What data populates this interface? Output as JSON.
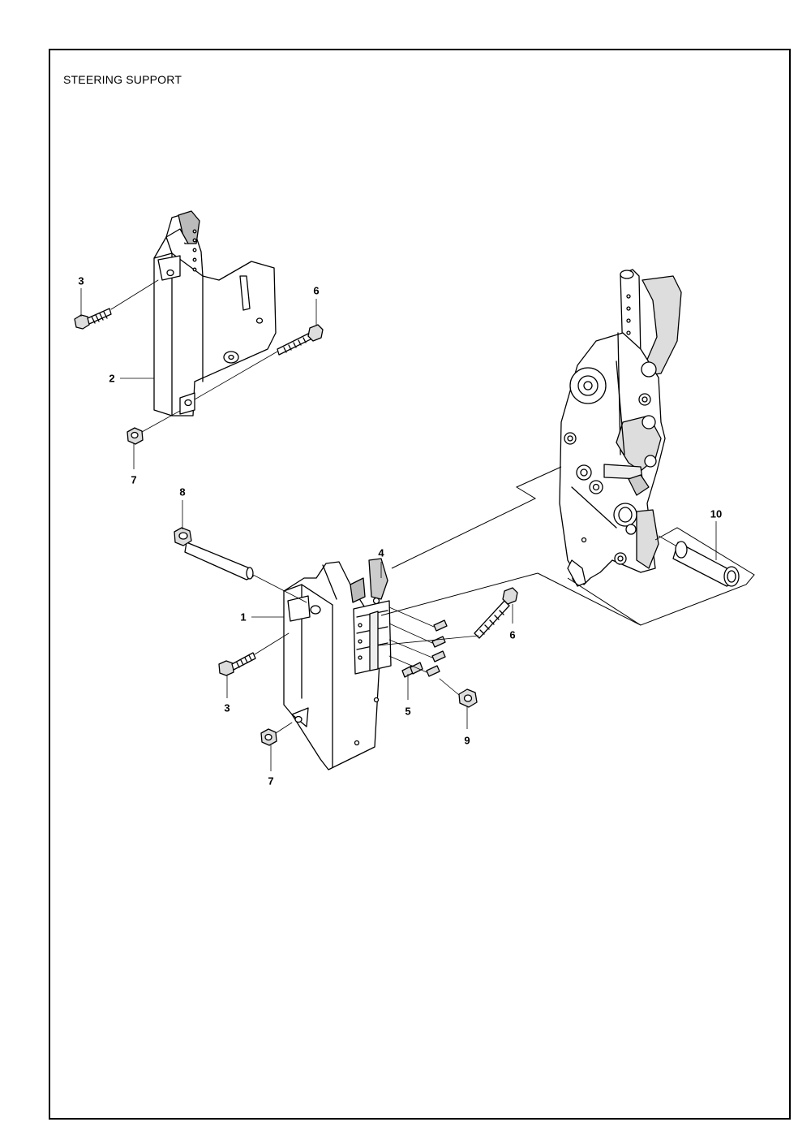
{
  "title": "STEERING SUPPORT",
  "callouts": [
    "3",
    "6",
    "2",
    "7",
    "8",
    "4",
    "1",
    "6",
    "3",
    "5",
    "9",
    "7",
    "10"
  ]
}
